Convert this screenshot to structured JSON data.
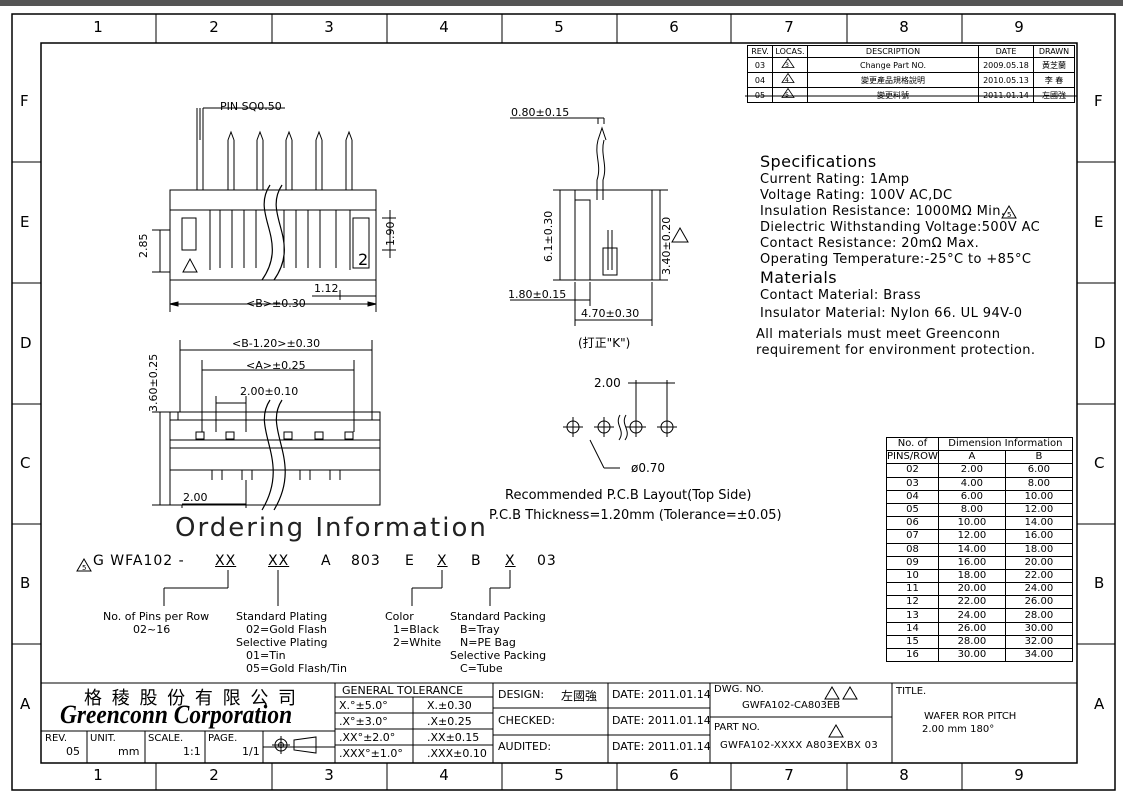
{
  "frame": {
    "columns": [
      "1",
      "2",
      "3",
      "4",
      "5",
      "6",
      "7",
      "8",
      "9"
    ],
    "rows": [
      "F",
      "E",
      "D",
      "C",
      "B",
      "A"
    ]
  },
  "revisions": {
    "headers": [
      "REV.",
      "LOCAS.",
      "DESCRIPTION",
      "DATE",
      "DRAWN"
    ],
    "rows": [
      {
        "rev": "03",
        "locas": "3",
        "desc": "Change Part NO.",
        "date": "2009.05.18",
        "drawn": "黃芝蘭"
      },
      {
        "rev": "04",
        "locas": "4",
        "desc": "變更產品規格說明",
        "date": "2010.05.13",
        "drawn": "李 春"
      },
      {
        "rev": "05",
        "locas": "5",
        "desc": "變更料號",
        "date": "2011.01.14",
        "drawn": "左國強"
      }
    ]
  },
  "front_view": {
    "pin_label": "PIN SQ0.50",
    "dim_285": "2.85",
    "dim_190": "1.90",
    "dim_112": "1.12",
    "dim_b": "<B>±0.30",
    "marker": "2"
  },
  "side_view": {
    "dim_080": "0.80±0.15",
    "dim_610": "6.1±0.30",
    "dim_340": "3.40±0.20",
    "dim_180": "1.80±0.15",
    "dim_470": "4.70±0.30",
    "note": "(打正\"K\")"
  },
  "top_view": {
    "dim_b120": "<B-1.20>±0.30",
    "dim_a": "<A>±0.25",
    "dim_200": "2.00±0.10",
    "dim_360": "3.60±0.25",
    "dim_200b": "2.00"
  },
  "pcb": {
    "pitch": "2.00",
    "hole": "ø0.70",
    "caption1": "Recommended P.C.B Layout(Top Side)",
    "caption2": "P.C.B Thickness=1.20mm (Tolerance=±0.05)"
  },
  "specifications": {
    "title": "Specifications",
    "lines": [
      "Current Rating:   1Amp",
      "Voltage Rating:  100V AC,DC",
      "Insulation Resistance:   1000MΩ Min.",
      "Dielectric Withstanding Voltage:500V AC",
      "Contact Resistance:   20mΩ Max.",
      "Operating Temperature:-25°C to +85°C"
    ],
    "materials_title": "Materials",
    "materials": [
      "Contact Material: Brass",
      "Insulator Material: Nylon 66. UL 94V-0"
    ],
    "note1": "All materials must meet Greenconn",
    "note2": "requirement for environment protection."
  },
  "ordering": {
    "title": "Ordering Information",
    "code": [
      "G WFA102 -",
      "XX",
      "XX",
      "A",
      "803",
      "E",
      "X",
      "B",
      "X",
      "03"
    ],
    "pins_label": "No. of Pins per Row",
    "pins_range": "02~16",
    "plating_lines": [
      "Standard Plating",
      "02=Gold Flash",
      "Selective Plating",
      "01=Tin",
      "05=Gold Flash/Tin"
    ],
    "color_lines": [
      "Color",
      "1=Black",
      "2=White"
    ],
    "packing_lines": [
      "Standard Packing",
      "B=Tray",
      "N=PE Bag",
      "Selective Packing",
      "C=Tube"
    ]
  },
  "dimension_table": {
    "header1": "No. of",
    "header2": "PINS/ROW",
    "group": "Dimension  Information",
    "col_a": "A",
    "col_b": "B",
    "rows": [
      [
        "02",
        "2.00",
        "6.00"
      ],
      [
        "03",
        "4.00",
        "8.00"
      ],
      [
        "04",
        "6.00",
        "10.00"
      ],
      [
        "05",
        "8.00",
        "12.00"
      ],
      [
        "06",
        "10.00",
        "14.00"
      ],
      [
        "07",
        "12.00",
        "16.00"
      ],
      [
        "08",
        "14.00",
        "18.00"
      ],
      [
        "09",
        "16.00",
        "20.00"
      ],
      [
        "10",
        "18.00",
        "22.00"
      ],
      [
        "11",
        "20.00",
        "24.00"
      ],
      [
        "12",
        "22.00",
        "26.00"
      ],
      [
        "13",
        "24.00",
        "28.00"
      ],
      [
        "14",
        "26.00",
        "30.00"
      ],
      [
        "15",
        "28.00",
        "32.00"
      ],
      [
        "16",
        "30.00",
        "34.00"
      ]
    ]
  },
  "title_block": {
    "company_cn": "格 稜 股 份 有 限 公 司",
    "company_en": "Greenconn Corporation",
    "tolerance_title": "GENERAL  TOLERANCE",
    "tol": [
      [
        "X.°±5.0°",
        "X.±0.30"
      ],
      [
        ".X°±3.0°",
        ".X±0.25"
      ],
      [
        ".XX°±2.0°",
        ".XX±0.15"
      ],
      [
        ".XXX°±1.0°",
        ".XXX±0.10"
      ]
    ],
    "rev_label": "REV.",
    "rev_value": "05",
    "unit_label": "UNIT.",
    "unit_value": "mm",
    "scale_label": "SCALE.",
    "scale_value": "1:1",
    "page_label": "PAGE.",
    "page_value": "1/1",
    "design_label": "DESIGN:",
    "design_value": "左國強",
    "checked_label": "CHECKED:",
    "audited_label": "AUDITED:",
    "date1": "DATE: 2011.01.14",
    "date2": "DATE: 2011.01.14",
    "date3": "DATE: 2011.01.14",
    "dwg_label": "DWG. NO.",
    "dwg_value": "GWFA102-CA803EB",
    "part_label": "PART NO.",
    "part_value": "GWFA102-XXXX A803EXBX 03",
    "title_label": "TITLE.",
    "title1": "WAFER ROR PITCH",
    "title2": "2.00 mm 180°"
  }
}
